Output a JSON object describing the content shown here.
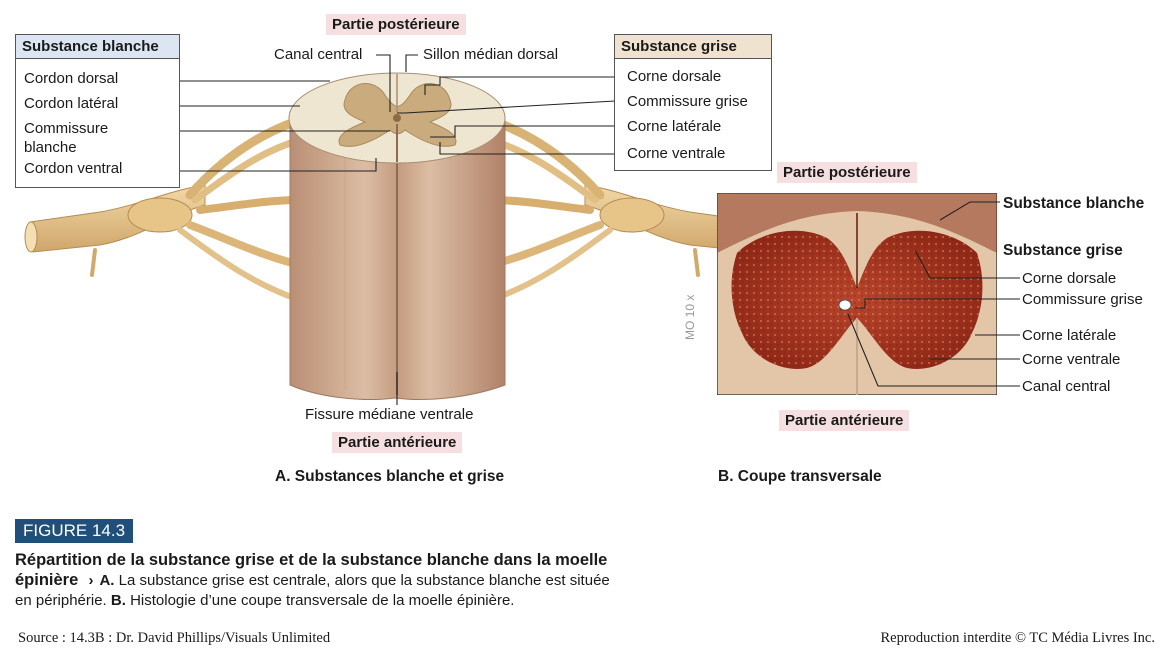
{
  "diagram_a": {
    "top_label": "Partie postérieure",
    "bottom_label": "Partie antérieure",
    "caption": "A. Substances blanche et grise",
    "canal_central": "Canal central",
    "sillon": "Sillon médian dorsal",
    "fissure": "Fissure médiane ventrale",
    "white_box": {
      "title": "Substance blanche",
      "items": [
        "Cordon dorsal",
        "Cordon latéral",
        "Commissure",
        "blanche",
        "Cordon ventral"
      ]
    },
    "grey_box": {
      "title": "Substance grise",
      "items": [
        "Corne dorsale",
        "Commissure grise",
        "Corne latérale",
        "Corne ventrale"
      ]
    }
  },
  "diagram_b": {
    "top_label": "Partie postérieure",
    "bottom_label": "Partie antérieure",
    "caption": "B. Coupe transversale",
    "magnification": "MO 10 x",
    "white_title": "Substance blanche",
    "grey_title": "Substance grise",
    "items": [
      "Corne dorsale",
      "Commissure grise",
      "Corne latérale",
      "Corne ventrale",
      "Canal central"
    ]
  },
  "figure": {
    "tag": "FIGURE 14.3",
    "title_line1": "Répartition de la substance grise et de la substance blanche dans la moelle",
    "title_line2": "épinière",
    "arrow": "›",
    "a_marker": "A.",
    "text_a": " La substance grise est centrale, alors que la substance blanche est située",
    "text_line3_start": "en périphérie. ",
    "b_marker": "B.",
    "text_b": " Histologie d’une coupe transversale de la moelle épinière."
  },
  "footer": {
    "source": "Source : 14.3B : Dr. David Phillips/Visuals Unlimited",
    "copyright": "Reproduction interdite © TC Média Livres Inc."
  },
  "colors": {
    "nerve": "#e8c98f",
    "white_matter": "#efe6d2",
    "grey_matter": "#c9ab7d",
    "cord_side": "#cfae95",
    "histology_red": "#a0301d",
    "histology_bg": "#e3c6a8",
    "figure_tag": "#1f4f7a",
    "label_bg": "#f5dfe0"
  }
}
